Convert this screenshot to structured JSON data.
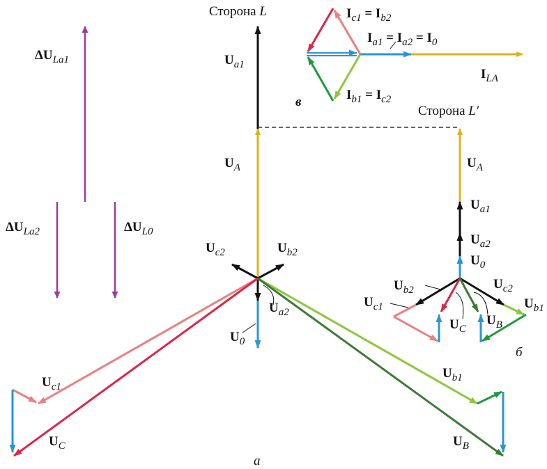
{
  "colors": {
    "yellow": "#d9b51c",
    "black": "#111111",
    "blue": "#2a95d6",
    "salmon": "#e98080",
    "red": "#d9274a",
    "lightgreen": "#8cc63f",
    "darkgreen": "#3d7a35",
    "green": "#1e9a3c",
    "purple": "#9b3b9a"
  },
  "captions": {
    "side_l": "Сторона ",
    "side_l_var": "L",
    "side_l2": "Сторона ",
    "side_l2_var": "L′",
    "panel_a": "а",
    "panel_b": "б",
    "panel_v": "в"
  },
  "labels": {
    "dULa1": [
      "ΔU",
      "La1"
    ],
    "dULa2": [
      "ΔU",
      "La2"
    ],
    "dUL0": [
      "ΔU",
      "L0"
    ],
    "a_Ua1": [
      "U",
      "a1"
    ],
    "a_UA": [
      "U",
      "A"
    ],
    "a_Uc2": [
      "U",
      "c2"
    ],
    "a_Ub2": [
      "U",
      "b2"
    ],
    "a_Ua2": [
      "U",
      "a2"
    ],
    "a_U0": [
      "U",
      "0"
    ],
    "a_Uc1": [
      "U",
      "c1"
    ],
    "a_UC": [
      "U",
      "C"
    ],
    "a_Ub1": [
      "U",
      "b1"
    ],
    "a_UB": [
      "U",
      "B"
    ],
    "b_UA": [
      "U",
      "A"
    ],
    "b_Ua1": [
      "U",
      "a1"
    ],
    "b_Ua2": [
      "U",
      "a2"
    ],
    "b_U0": [
      "U",
      "0"
    ],
    "b_Ub2": [
      "U",
      "b2"
    ],
    "b_Uc2": [
      "U",
      "c2"
    ],
    "b_Uc1": [
      "U",
      "c1"
    ],
    "b_UC": [
      "U",
      "C"
    ],
    "b_UB": [
      "U",
      "B"
    ],
    "b_Ub1": [
      "U",
      "b1"
    ],
    "v_top": [
      "I",
      "c1",
      " = ",
      "I",
      "b2"
    ],
    "v_mid": [
      "I",
      "a1",
      " = ",
      "I",
      "a2",
      " = ",
      "I",
      "0"
    ],
    "v_bot": [
      "I",
      "b1",
      " = ",
      "I",
      "c2"
    ],
    "v_ILA": [
      "I",
      "LA"
    ]
  }
}
